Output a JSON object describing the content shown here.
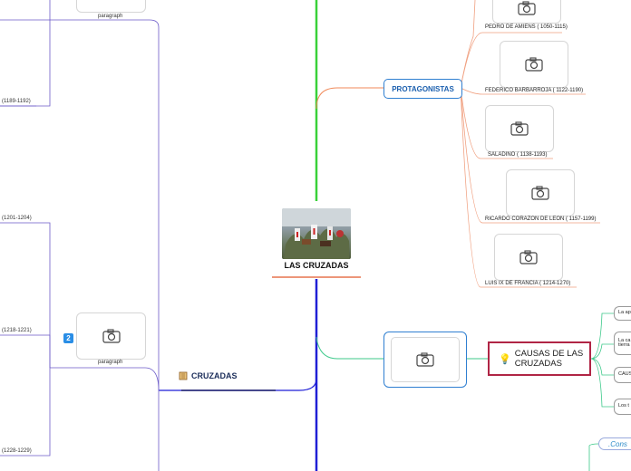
{
  "central": {
    "title": "LAS CRUZADAS"
  },
  "left_branch": {
    "title": "CRUZADAS",
    "badge": "2",
    "photo_labels": [
      "paragraph",
      "paragraph"
    ],
    "edge_dates": [
      "(1189-1192)",
      "(1201-1204)",
      "(1218-1221)",
      "(1228-1229)"
    ]
  },
  "protagonistas": {
    "title": "PROTAGONISTAS",
    "items": [
      "PEDRO DE AMIENS ( 1050-1115)",
      "FEDERICO BARBARROJA ( 1122-1190)",
      "SALADINO ( 1138-1193)",
      "RICARDO CORAZON DE LEON ( 1157-1199)",
      "LUIS IX DE FRANCIA ( 1214-1270)"
    ]
  },
  "causas": {
    "title": "CAUSAS DE LAS CRUZADAS",
    "items": [
      "La ap",
      "La ca tierra",
      "CAUS",
      "Los t"
    ]
  },
  "consecuencias": {
    "label": ".Cons"
  },
  "colors": {
    "green": "#39d139",
    "blue": "#1f1fd6",
    "orange": "#f08a5a",
    "purple": "#6b5ac8",
    "teal": "#3cc98a",
    "causas_border": "#b02545"
  },
  "icons": [
    "camera-icon",
    "bulb-icon",
    "book-icon"
  ]
}
